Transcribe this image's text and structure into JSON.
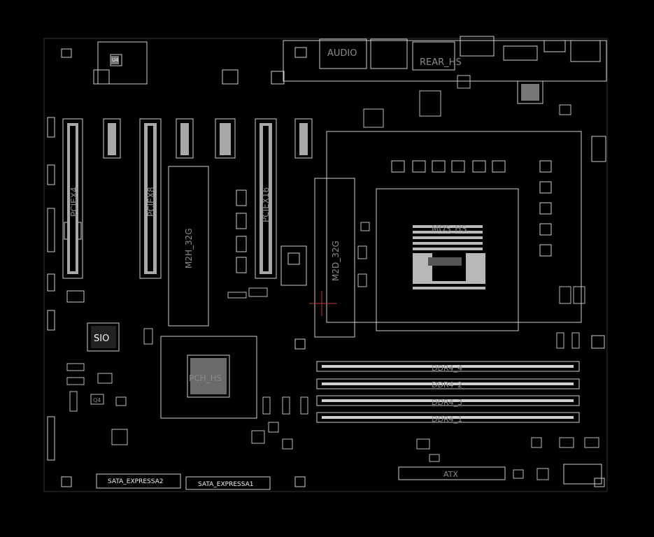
{
  "colors": {
    "background": "#000000",
    "outline": "#d8d8d8",
    "dim_label": "#8a8a8a",
    "bright_label": "#f2f2f2",
    "cross_marker": "#c0392b"
  },
  "labels": {
    "audio": "AUDIO",
    "rear_hs": "REAR_HS",
    "pciex4": "PCIEX4",
    "pciex8": "PCIEX8",
    "pciex16": "PCIEX16",
    "m2h": "M2H_32G",
    "m2d": "M2D_32G",
    "mos_hs": "MOS_HS",
    "sio": "SIO",
    "pch_hs": "PCH_HS",
    "ddr4_4": "DDR4_4",
    "ddr4_2": "DDR4_2",
    "ddr4_3": "DDR4_3",
    "ddr4_1": "DDR4_1",
    "sata_expressa2": "SATA_EXPRESSA2",
    "sata_expressa1": "SATA_EXPRESSA1",
    "atx": "ATX",
    "u4": "U4",
    "q4": "Q4"
  }
}
